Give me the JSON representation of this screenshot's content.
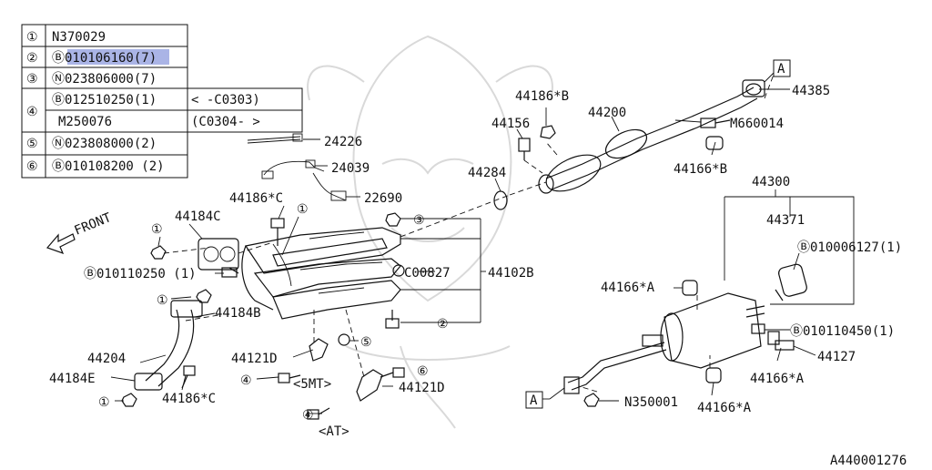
{
  "legend": {
    "rows": [
      {
        "num": "①",
        "text": "N370029"
      },
      {
        "num": "②",
        "text": "Ⓑ010106160(7)"
      },
      {
        "num": "③",
        "text": "Ⓝ023806000(7)"
      },
      {
        "num": "④",
        "text": "Ⓑ012510250(1)",
        "range": "<    -C0303)"
      },
      {
        "num": "",
        "text": "M250076",
        "range": "(C0304-     >"
      },
      {
        "num": "⑤",
        "text": "Ⓝ023808000(2)"
      },
      {
        "num": "⑥",
        "text": "Ⓑ010108200 (2)"
      }
    ]
  },
  "labels": {
    "p44186B": "44186*B",
    "p44156": "44156",
    "p44200": "44200",
    "p44385": "44385",
    "pM660014": "M660014",
    "p44166B": "44166*B",
    "p44284": "44284",
    "p44300": "44300",
    "p44371": "44371",
    "p010006127": "Ⓑ010006127(1)",
    "p24226": "24226",
    "p24039": "24039",
    "p22690": "22690",
    "p44186C_top": "44186*C",
    "p44184C": "44184C",
    "front": "FRONT",
    "circ1a": "①",
    "circ1b": "①",
    "circ1c": "①",
    "circ1d": "①",
    "circ3": "③",
    "circ2": "②",
    "circ4a": "④",
    "circ4b": "④",
    "circ5": "⑤",
    "circ6": "⑥",
    "p010110250": "Ⓑ010110250 (1)",
    "pC00827": "C00827",
    "p44102B": "44102B",
    "p44184B": "44184B",
    "p44166A_top": "44166*A",
    "p010110450": "Ⓑ010110450(1)",
    "p44127": "44127",
    "p44166A_mid": "44166*A",
    "p44204": "44204",
    "p44121D_a": "44121D",
    "p44121D_b": "44121D",
    "p5MT": "<5MT>",
    "p44184E": "44184E",
    "p44186C_bot": "44186*C",
    "pAT": "<AT>",
    "pN350001": "N350001",
    "p44166A_bot": "44166*A",
    "boxA1": "A",
    "boxA2": "A",
    "catalog": "A440001276"
  }
}
